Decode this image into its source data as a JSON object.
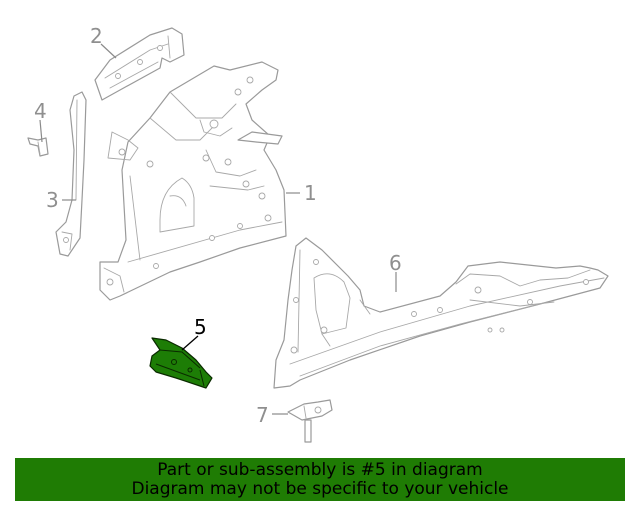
{
  "callouts": {
    "c1": "1",
    "c2": "2",
    "c3": "3",
    "c4": "4",
    "c5": "5",
    "c6": "6",
    "c7": "7"
  },
  "highlighted_part": "5",
  "colors": {
    "highlight": "#1d7d06",
    "banner": "#1f7c04",
    "line_art": "#9a9a9a"
  },
  "banner": {
    "line1": "Part or sub-assembly is #5 in diagram",
    "line2": "Diagram may not be specific to your vehicle"
  }
}
